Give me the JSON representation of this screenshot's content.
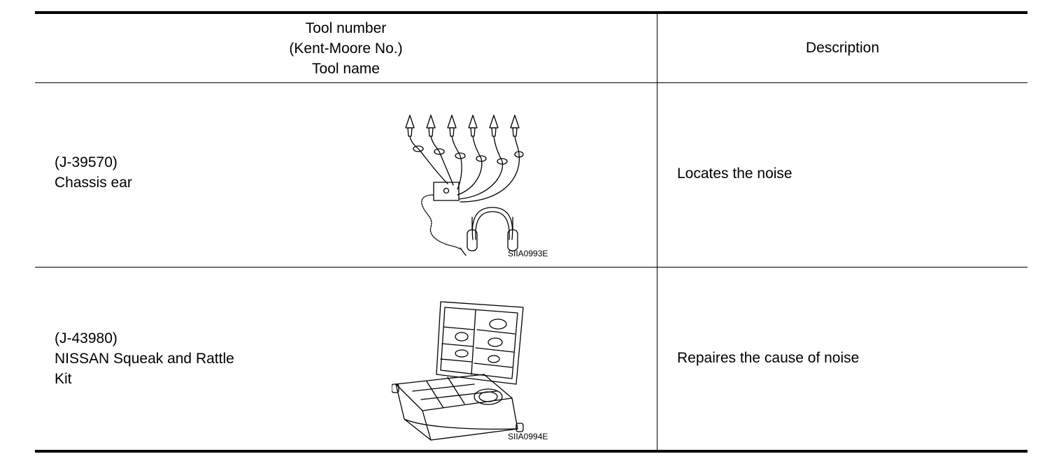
{
  "header": {
    "tool_line1": "Tool number",
    "tool_line2": "(Kent-Moore No.)",
    "tool_line3": "Tool name",
    "description": "Description"
  },
  "rows": [
    {
      "tool_number": "(J-39570)",
      "tool_name_lines": [
        "Chassis ear"
      ],
      "figure_code": "SIIA0993E",
      "figure_icon": "chassis-ear-headphones-clips-icon",
      "description": "Locates the noise"
    },
    {
      "tool_number": "(J-43980)",
      "tool_name_lines": [
        "NISSAN Squeak and Rattle",
        "Kit"
      ],
      "figure_code": "SIIA0994E",
      "figure_icon": "open-kit-case-icon",
      "description": "Repaires the cause of noise"
    }
  ]
}
